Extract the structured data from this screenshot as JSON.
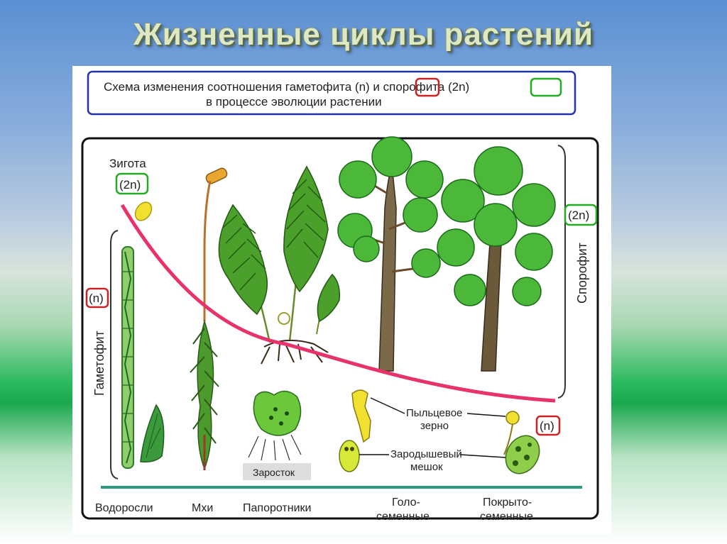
{
  "slide": {
    "title": "Жизненные циклы растений"
  },
  "figure": {
    "caption_line1": "Схема изменения соотношения гаметофита (n) и спорофита (2n)",
    "caption_line2": "в процессе эволюции растении",
    "zygote_label": "Зигота",
    "zygote_ploidy": "(2n)",
    "gametophyte_label": "Гаметофит",
    "gametophyte_ploidy": "(n)",
    "sporophyte_label": "Спорофит",
    "sporophyte_ploidy": "(2n)",
    "pollen_label_line1": "Пыльцевое",
    "pollen_label_line2": "зерно",
    "embryo_sac_label_line1": "Зародышевый",
    "embryo_sac_label_line2": "мешок",
    "angiosperm_ploidy": "(n)",
    "prothallus_label": "Заросток",
    "groups": [
      {
        "line1": "Водоросли",
        "line2": ""
      },
      {
        "line1": "Мхи",
        "line2": ""
      },
      {
        "line1": "Папоротники",
        "line2": ""
      },
      {
        "line1": "Голо-",
        "line2": "семенные"
      },
      {
        "line1": "Покрыто-",
        "line2": "семенные"
      }
    ],
    "colors": {
      "gametophyte_box": "#cc2222",
      "sporophyte_box": "#22aa22",
      "curve": "#e8336a",
      "caption_border": "#2233aa",
      "ground_line": "#2a9a7a"
    }
  }
}
